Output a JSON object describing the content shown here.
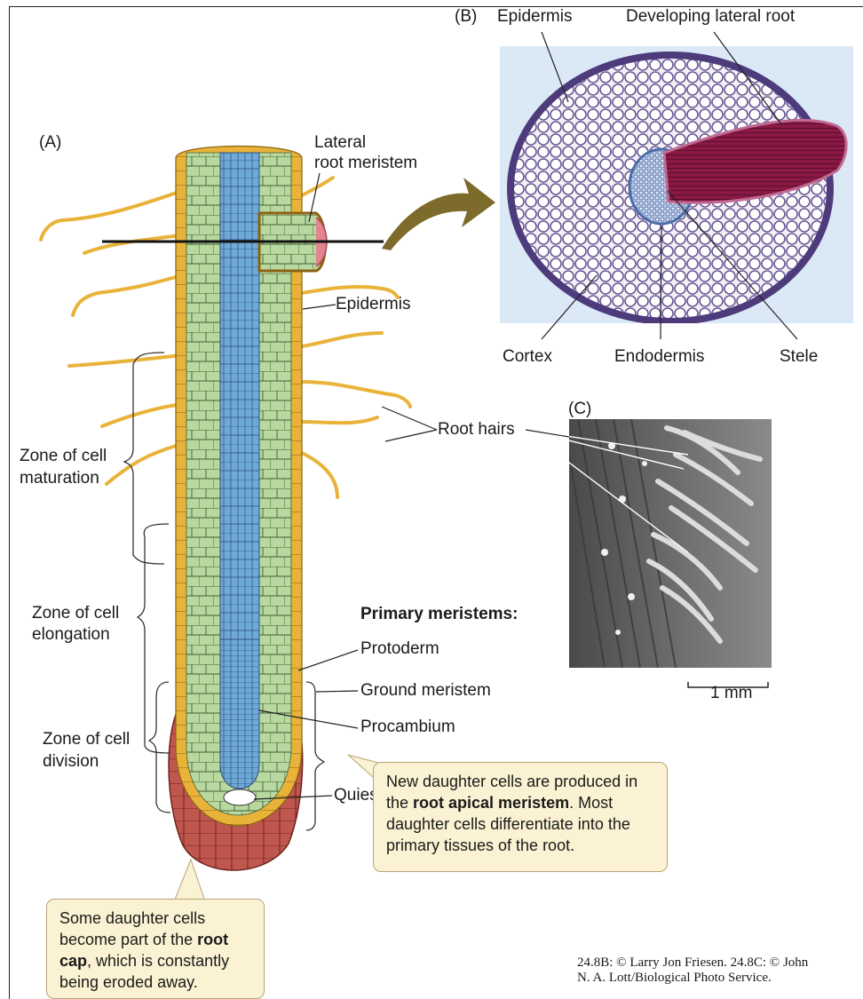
{
  "panels": {
    "a": "(A)",
    "b": "(B)",
    "c": "(C)"
  },
  "labels_a": {
    "lateral_root_meristem_1": "Lateral",
    "lateral_root_meristem_2": "root meristem",
    "epidermis": "Epidermis",
    "root_hairs": "Root hairs",
    "zone_maturation_1": "Zone of cell",
    "zone_maturation_2": "maturation",
    "zone_elongation_1": "Zone of cell",
    "zone_elongation_2": "elongation",
    "zone_division_1": "Zone of cell",
    "zone_division_2": "division",
    "primary_meristems": "Primary meristems:",
    "protoderm": "Protoderm",
    "ground_meristem": "Ground meristem",
    "procambium": "Procambium",
    "quiescent_center": "Quiescent center"
  },
  "labels_b": {
    "epidermis": "Epidermis",
    "developing_lateral_root": "Developing lateral root",
    "cortex": "Cortex",
    "endodermis": "Endodermis",
    "stele": "Stele"
  },
  "labels_c": {
    "scale": "1 mm"
  },
  "callout_apical": {
    "pre": "New daughter cells are produced in the ",
    "bold": "root apical meristem",
    "post": ". Most daughter cells differentiate into the primary tissues of the root."
  },
  "callout_cap": {
    "pre": "Some daughter cells become part of the ",
    "bold": "root cap",
    "post": ", which is constantly being eroded away."
  },
  "credits": {
    "line1": "24.8B: © Larry Jon Friesen. 24.8C: © John",
    "line2": "N. A. Lott/Biological Photo Service."
  },
  "colors": {
    "epidermis": "#e9b33a",
    "ground": "#b8d8a0",
    "stele": "#6fa9d6",
    "root_cap": "#c0574e",
    "arrow": "#7d6b2c",
    "lateral_root": "#8e1f4a"
  }
}
